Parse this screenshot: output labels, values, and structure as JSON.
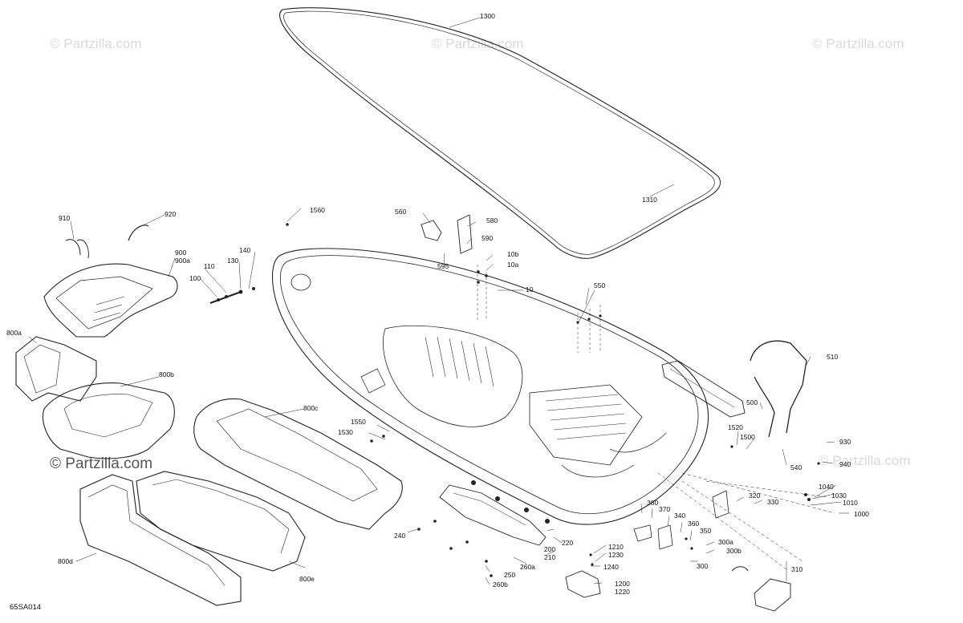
{
  "watermark": "© Partzilla.com",
  "diagram_code": "65SA014",
  "part_labels": {
    "l1300": "1300",
    "l1310": "1310",
    "l910": "910",
    "l920": "920",
    "l900": "900",
    "l900a": "900a",
    "l800a": "800a",
    "l800b": "800b",
    "l800c": "800c",
    "l800d": "800d",
    "l800e": "800e",
    "l1560": "1560",
    "l560": "560",
    "l580": "580",
    "l590": "590",
    "l595": "595",
    "l110": "110",
    "l130": "130",
    "l140": "140",
    "l100": "100",
    "l10b": "10b",
    "l10a": "10a",
    "l10": "10",
    "l550": "550",
    "l510": "510",
    "l500": "500",
    "l540": "540",
    "l1520": "1520",
    "l1500": "1500",
    "l1550": "1550",
    "l1530": "1530",
    "l930": "930",
    "l940": "940",
    "l1040": "1040",
    "l1030": "1030",
    "l1010": "1010",
    "l1000": "1000",
    "l320": "320",
    "l330": "330",
    "l380": "380",
    "l370": "370",
    "l340": "340",
    "l360": "360",
    "l350": "350",
    "l300a": "300a",
    "l300b": "300b",
    "l300": "300",
    "l310": "310",
    "l240": "240",
    "l200": "200",
    "l210": "210",
    "l220": "220",
    "l1210": "1210",
    "l1230": "1230",
    "l1240": "1240",
    "l1200": "1200",
    "l1220": "1220",
    "l250": "250",
    "l260a": "260a",
    "l260b": "260b"
  }
}
